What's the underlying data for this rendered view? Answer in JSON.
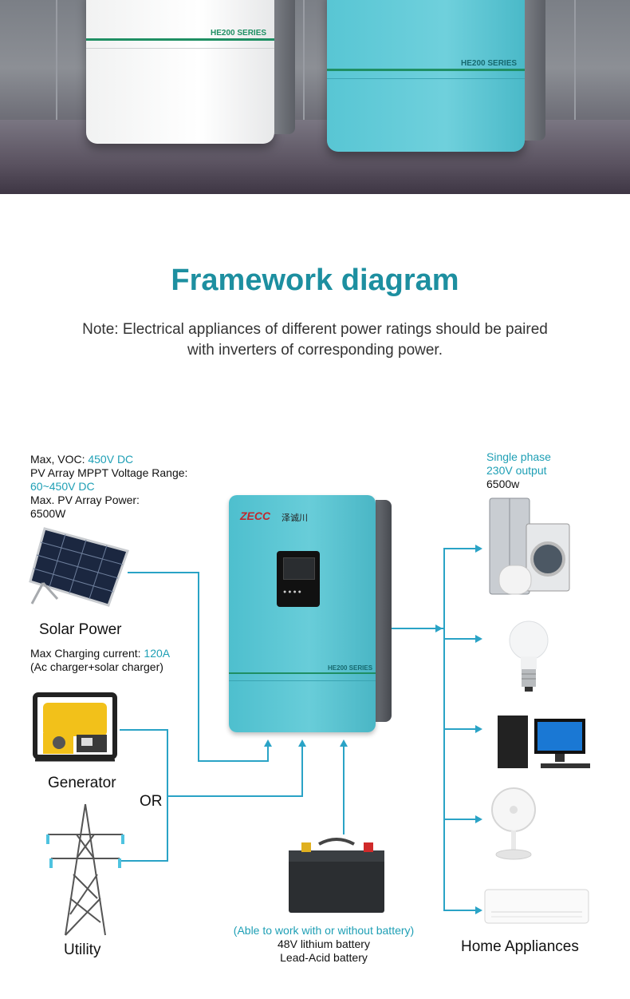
{
  "hero": {
    "left_unit_series": "HE200 SERIES",
    "right_unit_series": "HE200 SERIES"
  },
  "title": "Framework diagram",
  "note": "Note: Electrical appliances of different power ratings should be paired with inverters of corresponding power.",
  "solar": {
    "voc_label": "Max, VOC: ",
    "voc_value": "450V DC",
    "mppt_label": "PV Array MPPT Voltage Range:",
    "mppt_value": "60~450V DC",
    "power_label": "Max. PV Array Power:",
    "power_value": "6500W",
    "name": "Solar Power"
  },
  "charging": {
    "label": "Max Charging current: ",
    "value": "120A",
    "note": "(Ac charger+solar charger)"
  },
  "generator": {
    "name": "Generator"
  },
  "or_label": "OR",
  "utility": {
    "name": "Utility"
  },
  "inverter": {
    "brand": "ZECC",
    "brand_cn": "泽诚川",
    "series": "HE200 SERIES"
  },
  "battery": {
    "note": "(Able to work with or without battery)",
    "type1": "48V lithium battery",
    "type2": "Lead-Acid battery"
  },
  "output": {
    "phase": "Single phase",
    "voltage": "230V output",
    "power": "6500w"
  },
  "appliances": {
    "name": "Home Appliances"
  },
  "colors": {
    "accent": "#1d8fa0",
    "highlight": "#1e9fb5",
    "line": "#2aa3c6",
    "inverter_body": "#5ec8d5"
  }
}
